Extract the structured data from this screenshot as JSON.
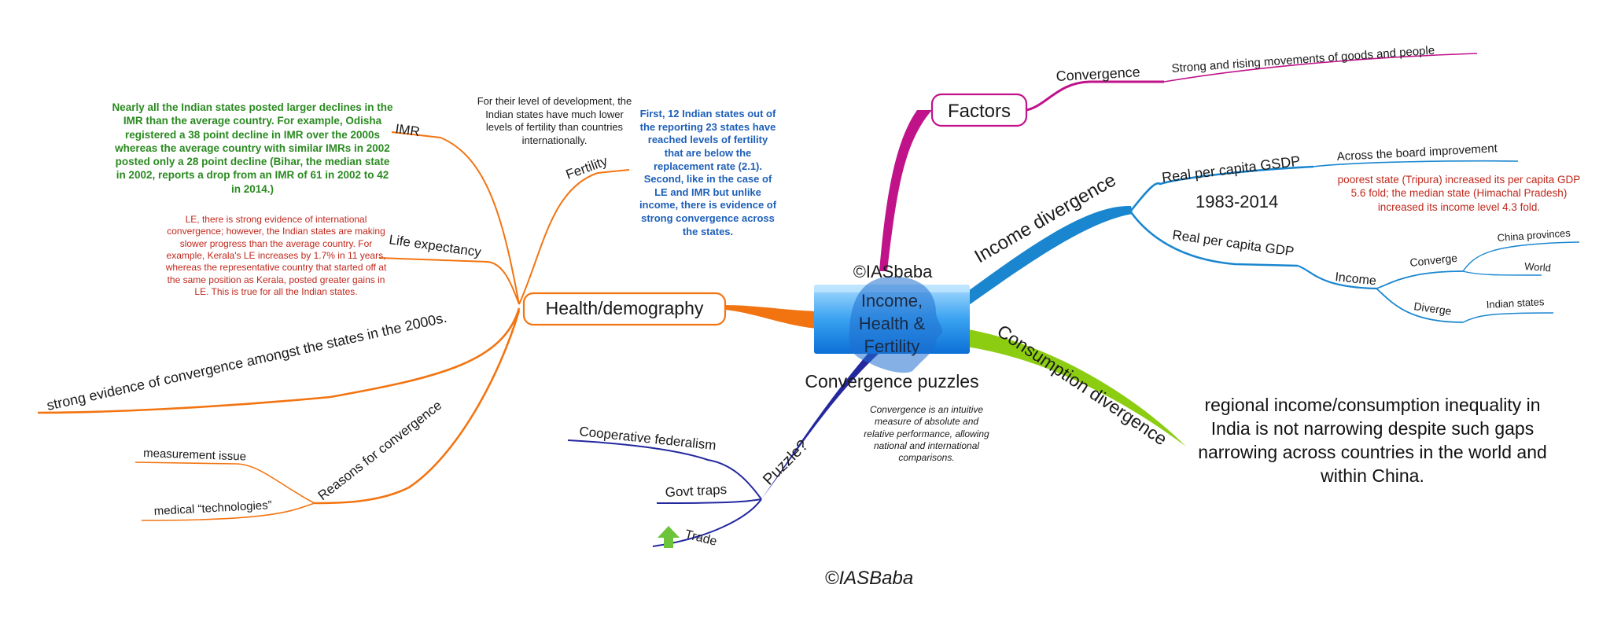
{
  "central": {
    "title_lines": [
      "Income,",
      "Health &",
      "Fertility"
    ],
    "watermark_top": "©IASbaba",
    "subtitle": "Convergence puzzles",
    "note": "Convergence is an intuitive measure of absolute and relative performance, allowing national and international comparisons."
  },
  "factors": {
    "label": "Factors",
    "convergence": "Convergence",
    "detail": "Strong and rising movements of goods and people"
  },
  "income_divergence": {
    "label": "Income divergence",
    "gsdp": "Real per capita GSDP",
    "period": "1983-2014",
    "across": "Across the board improvement",
    "tripura_note": "poorest state (Tripura) increased its per capita GDP 5.6 fold; the median state (Himachal Pradesh) increased its income level 4.3 fold.",
    "gdp": "Real per capita GDP",
    "income": "Income",
    "converge": "Converge",
    "china_provinces": "China provinces",
    "world": "World",
    "diverge": "Diverge",
    "indian_states": "Indian states"
  },
  "consumption_divergence": {
    "label": "Consumption divergence",
    "note": "regional income/consumption inequality in India is not narrowing despite such gaps narrowing across countries in the world and within China."
  },
  "puzzle": {
    "label": "Puzzle?",
    "cooperative": "Cooperative federalism",
    "govt_traps": "Govt traps",
    "trade": "Trade"
  },
  "health": {
    "label": "Health/demography",
    "fertility": "Fertility",
    "fertility_note": "For their level of development, the Indian states have much lower levels of fertility than countries internationally.",
    "fertility_blue_note": "First, 12 Indian states out of the reporting 23 states have reached levels of fertility that are below the replacement rate (2.1). Second, like in the case of LE and IMR but unlike income, there is evidence of strong convergence across the states.",
    "imr": "IMR",
    "imr_note": "Nearly all the Indian states posted larger declines in the IMR than the average country. For example, Odisha registered a 38 point decline in IMR over the 2000s whereas the average country with similar IMRs in 2002 posted only a 28 point decline (Bihar, the median state in 2002, reports a drop from an IMR of 61 in 2002 to 42 in 2014.)",
    "life_expectancy": "Life expectancy",
    "le_note": "LE, there is strong evidence of international convergence; however, the Indian states are making slower progress than the average country. For example, Kerala's LE increases by 1.7% in 11 years, whereas the representative country that started off at the same position as Kerala, posted greater gains in LE. This is true for all the Indian states.",
    "strong_evidence": "strong evidence of convergence amongst the states in the 2000s.",
    "reasons": "Reasons for convergence",
    "measurement": "measurement issue",
    "medical": "medical “technologies”"
  },
  "footer": {
    "watermark": "©IASBaba"
  },
  "colors": {
    "magenta": "#c0138a",
    "blue": "#1a86cf",
    "green": "#8ccd12",
    "navy": "#24289e",
    "orange": "#f27411",
    "green_text": "#2a8a20",
    "red_text": "#c0281c",
    "blue_text": "#1d5fb8"
  },
  "icons": [
    "up-arrow-icon",
    "face-profile-icon"
  ]
}
